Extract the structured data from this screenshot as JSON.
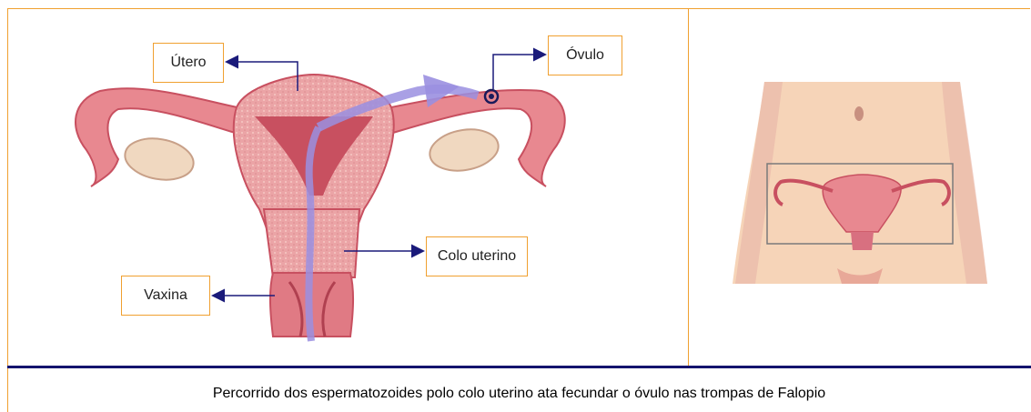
{
  "labels": {
    "utero": "Útero",
    "ovulo": "Óvulo",
    "colo_uterino": "Colo uterino",
    "vaxina": "Vaxina"
  },
  "caption": "Percorrido dos espermatozoides polo colo uterino ata fecundar o óvulo nas trompas de Falopio",
  "colors": {
    "frame": "#f0a030",
    "divider": "#14146e",
    "arrow": "#1a1a7a",
    "tissue": "#e88890",
    "tissue_dark": "#c85060",
    "ovary": "#f0d8c0",
    "sperm_path": "#9a8fe0"
  }
}
